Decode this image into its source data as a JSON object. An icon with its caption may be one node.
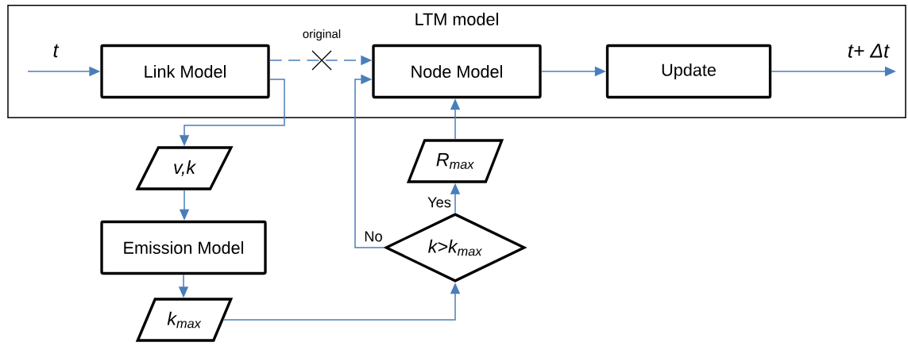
{
  "diagram": {
    "nodes": [
      {
        "text": [
          "LTM model"
        ]
      },
      {
        "text": [
          "Link Model"
        ],
        "in": 0
      },
      {
        "text": [
          "Node Model"
        ],
        "in": 0
      },
      {
        "text": [
          "Update"
        ],
        "in": 0
      },
      {
        "text": [
          "v,k"
        ]
      },
      {
        "text": [
          "Emission Model"
        ]
      },
      {
        "text": [
          "k$_{max}$"
        ]
      },
      {
        "text": [
          "k>k$_{max}$"
        ]
      },
      {
        "text": [
          "R$_{max}$"
        ]
      }
    ],
    "edges": [
      {
        "from": null,
        "to": 1,
        "arrow": "to",
        "label": "t"
      },
      {
        "from": 1,
        "to": 2,
        "arrow": "to",
        "style": "dashed",
        "label": "original"
      },
      {
        "from": 1,
        "to": 4,
        "arrow": "to"
      },
      {
        "from": 4,
        "to": 5,
        "arrow": "to"
      },
      {
        "from": 5,
        "to": 6,
        "arrow": "to"
      },
      {
        "from": 6,
        "to": 7,
        "arrow": "to"
      },
      {
        "from": 7,
        "to": 8,
        "arrow": "to",
        "label": "Yes"
      },
      {
        "from": 7,
        "to": 2,
        "arrow": "to",
        "label": "No"
      },
      {
        "from": 8,
        "to": 2,
        "arrow": "to"
      },
      {
        "from": 2,
        "to": 3,
        "arrow": "to"
      },
      {
        "from": 3,
        "to": null,
        "arrow": "to",
        "label": "t+ Δt"
      }
    ]
  }
}
